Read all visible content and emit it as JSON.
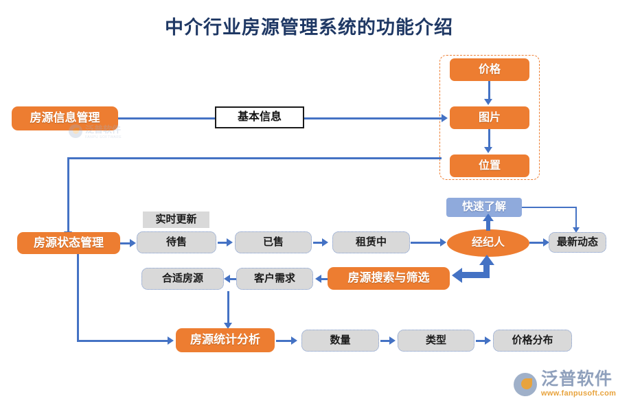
{
  "title": "中介行业房源管理系统的功能介绍",
  "colors": {
    "orange": "#ED7D31",
    "blue": "#4472C4",
    "gray": "#D9D9D9",
    "bluegray": "#8FAADC",
    "title": "#1F3864",
    "logo_accent": "#E8A33D"
  },
  "nodes": {
    "info_mgmt": "房源信息管理",
    "basic_info": "基本信息",
    "price": "价格",
    "picture": "图片",
    "location": "位置",
    "status_mgmt": "房源状态管理",
    "realtime_update": "实时更新",
    "for_sale": "待售",
    "sold": "已售",
    "renting": "租赁中",
    "agent": "经纪人",
    "quick_know": "快速了解",
    "latest_news": "最新动态",
    "suitable_house": "合适房源",
    "customer_demand": "客户需求",
    "search_filter": "房源搜索与筛选",
    "stat_analysis": "房源统计分析",
    "quantity": "数量",
    "type": "类型",
    "price_distribution": "价格分布"
  },
  "logo": {
    "name": "泛普软件",
    "url": "www.fanpusoft.com"
  },
  "watermark": {
    "name": "泛普软件",
    "sub": "FANPU SOFTWARE"
  }
}
